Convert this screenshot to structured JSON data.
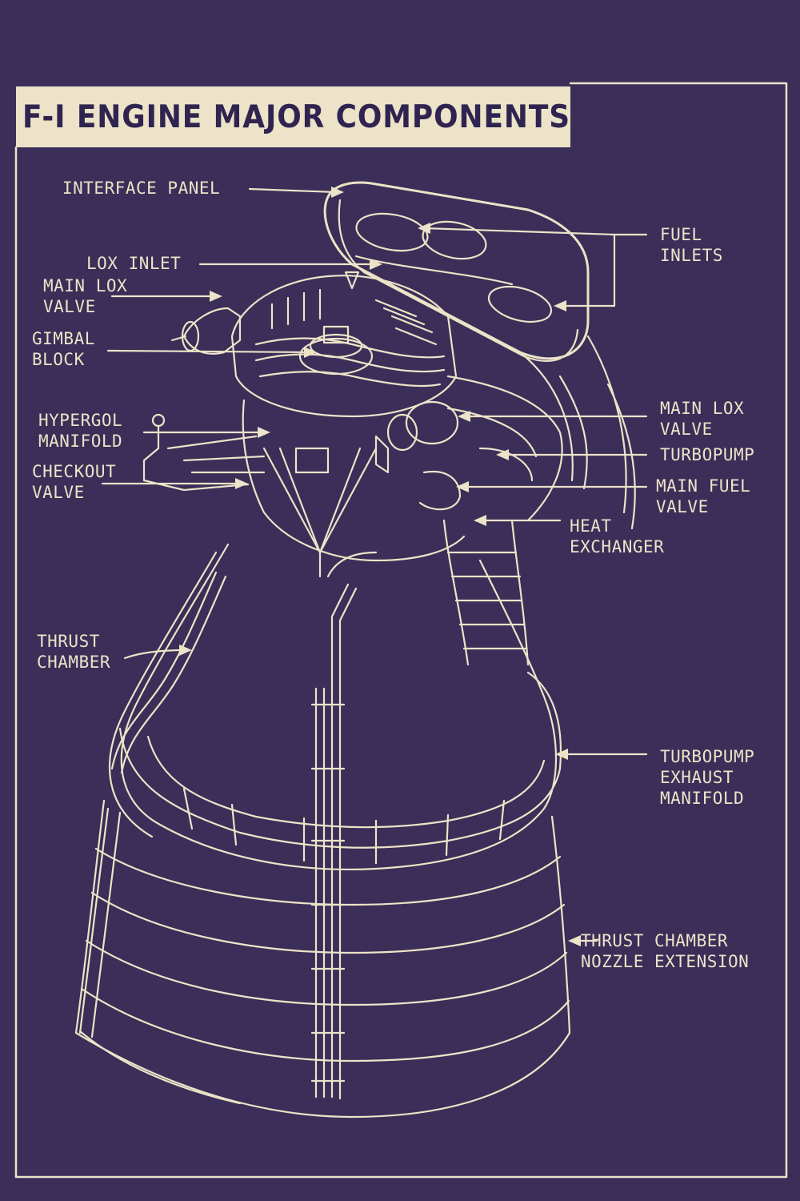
{
  "title": "F-I ENGINE MAJOR COMPONENTS",
  "labels": {
    "interface_panel": "INTERFACE PANEL",
    "fuel_inlets": "FUEL\nINLETS",
    "lox_inlet": "LOX INLET",
    "main_lox_valve_left": "MAIN LOX\nVALVE",
    "gimbal_block": "GIMBAL\nBLOCK",
    "hypergol_manifold": "HYPERGOL\nMANIFOLD",
    "checkout_valve": "CHECKOUT\nVALVE",
    "main_lox_valve_right": "MAIN LOX\nVALVE",
    "turbopump": "TURBOPUMP",
    "main_fuel_valve": "MAIN FUEL\nVALVE",
    "heat_exchanger": "HEAT\nEXCHANGER",
    "thrust_chamber": "THRUST\nCHAMBER",
    "turbopump_exhaust_manifold": "TURBOPUMP\nEXHAUST\nMANIFOLD",
    "thrust_chamber_nozzle_extension": "THRUST CHAMBER\nNOZZLE EXTENSION"
  },
  "colors": {
    "background": "#3b2e58",
    "ink": "#ece3c8",
    "title_text": "#2f2450"
  }
}
